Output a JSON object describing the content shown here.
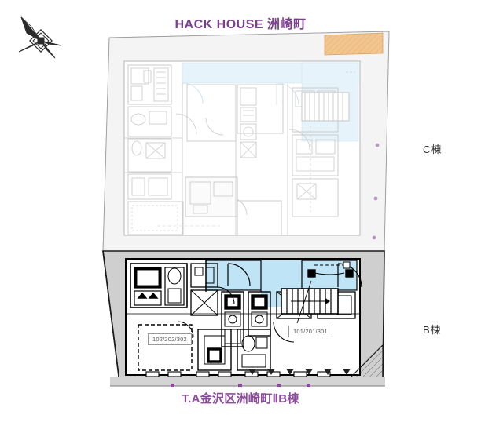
{
  "title": "HACK HOUSE 洲崎町",
  "bottom_title": "T.A金沢区洲崎町ⅡB棟",
  "buildings": [
    {
      "id": "c",
      "label": "C棟"
    },
    {
      "id": "b",
      "label": "B棟"
    }
  ],
  "room_tags": [
    {
      "id": "left",
      "label": "102/202/302"
    },
    {
      "id": "right",
      "label": "101/201/301"
    }
  ],
  "compass": {
    "name": "north-arrow",
    "direction": "north-west"
  },
  "colors": {
    "title_purple": "#7b3f8f",
    "bottom_title_purple": "#8b4a9c",
    "corridor_blue_upper": "#e6f3fa",
    "corridor_blue_lower": "#bfe4f5",
    "site_gray_upper": "#f2f2f2",
    "site_gray_lower": "#d0d0d0",
    "wall_black": "#000000",
    "wall_light": "#cfcfcf",
    "balcony_orange": "#f0c088",
    "marker_purple": "#8b4a9c"
  },
  "legend": {
    "upper_plan": "C棟 floor plan (light line weight)",
    "lower_plan": "B棟 floor plan (bold line weight)"
  }
}
